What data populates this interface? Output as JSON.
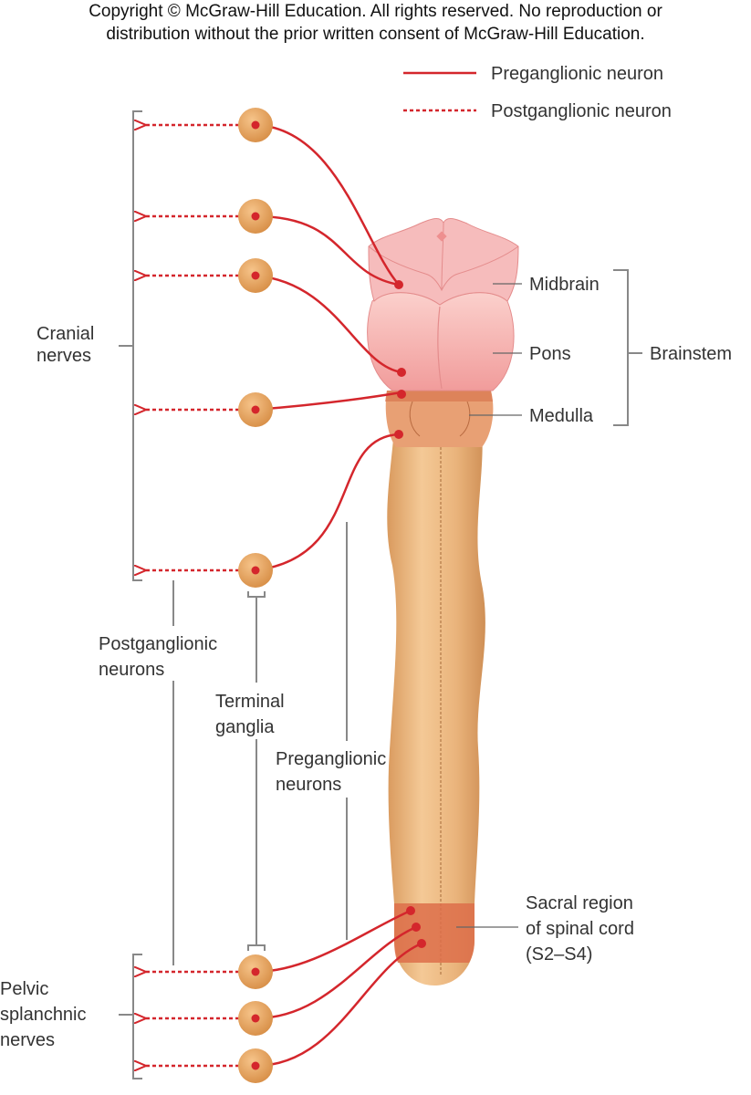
{
  "copyright": {
    "line1": "Copyright © McGraw-Hill Education. All rights reserved. No reproduction or",
    "line2": "distribution without the prior written consent of McGraw-Hill Education."
  },
  "legend": {
    "preganglionic": "Preganglionic neuron",
    "postganglionic": "Postganglionic neuron"
  },
  "labels": {
    "midbrain": "Midbrain",
    "pons": "Pons",
    "medulla": "Medulla",
    "brainstem": "Brainstem",
    "cranial_line1": "Cranial",
    "cranial_line2": "nerves",
    "postganglionic_line1": "Postganglionic",
    "postganglionic_line2": "neurons",
    "terminal_line1": "Terminal",
    "terminal_line2": "ganglia",
    "preganglionic_line1": "Preganglionic",
    "preganglionic_line2": "neurons",
    "sacral_line1": "Sacral region",
    "sacral_line2": "of spinal cord",
    "sacral_line3": "(S2–S4)",
    "pelvic_line1": "Pelvic",
    "pelvic_line2": "splanchnic",
    "pelvic_line3": "nerves"
  },
  "colors": {
    "neuron_red": "#d4262c",
    "ganglion": "#e8a45c",
    "spinal_cord": "#e9b27a",
    "brainstem_pink": "#f4a9a8",
    "medulla": "#e08a5c",
    "sacral": "#dd6e4a",
    "bracket_gray": "#888888"
  }
}
